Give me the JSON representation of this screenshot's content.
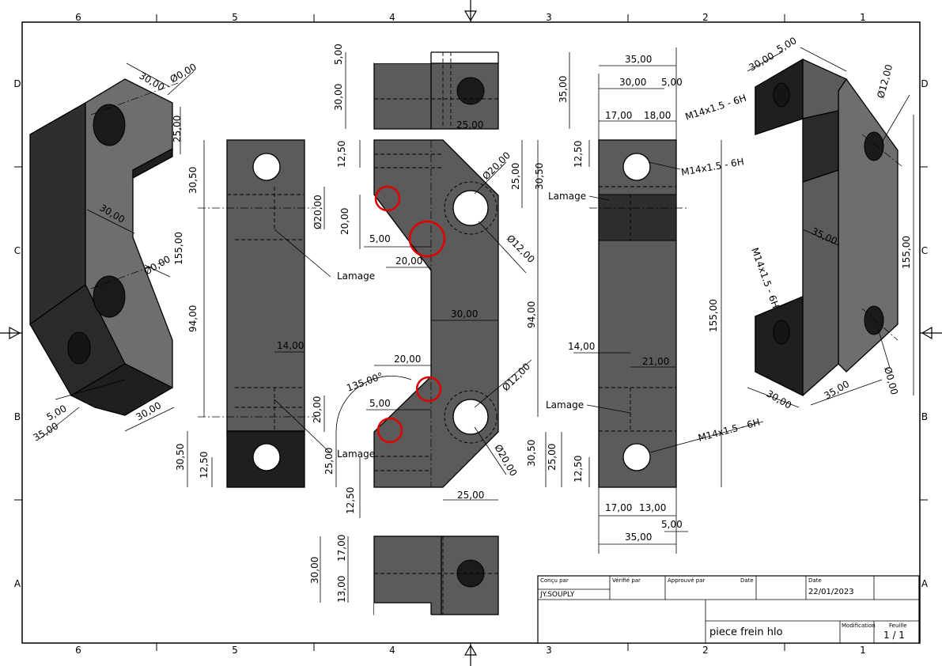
{
  "zones": {
    "columns": [
      "6",
      "5",
      "4",
      "3",
      "2",
      "1"
    ],
    "rows": [
      "D",
      "C",
      "B",
      "A"
    ]
  },
  "colors": {
    "part_face": "#5b5b5b",
    "part_dark": "#2e2e2e",
    "part_darker": "#1f1f1f",
    "iso_light": "#6e6e6e",
    "highlight": "#e00000"
  },
  "dims": {
    "iso_left": [
      "30,00",
      "Ø0,00",
      "25,00",
      "30,00",
      "155,00",
      "Ø0,00",
      "5,00",
      "35,00",
      "30,00"
    ],
    "side_left": [
      "30,50",
      "Ø20,00",
      "94,00",
      "14,00",
      "30,50",
      "12,50"
    ],
    "top_view": [
      "5,00",
      "30,00",
      "35,00",
      "25,00"
    ],
    "front": [
      "12,50",
      "Ø20,00",
      "25,00",
      "30,50",
      "20,00",
      "5,00",
      "20,00",
      "Ø12,00",
      "30,00",
      "94,00",
      "20,00",
      "135,00°",
      "Ø12,00",
      "20,00",
      "5,00",
      "25,00",
      "Ø20,00",
      "30,50",
      "25,00",
      "12,50",
      "25,00"
    ],
    "bottom_view": [
      "17,00",
      "30,00",
      "13,00"
    ],
    "side_right": [
      "35,00",
      "30,00",
      "5,00",
      "17,00",
      "18,00",
      "12,50",
      "155,00",
      "14,00",
      "21,00",
      "12,50",
      "17,00",
      "13,00",
      "5,00",
      "35,00"
    ],
    "iso_right": [
      "30,00",
      "5,00",
      "Ø12,00",
      "35,00",
      "155,00",
      "30,00",
      "35,00",
      "Ø0,00"
    ]
  },
  "notes": {
    "lamage": "Lamage",
    "thread": "M14x1.5 - 6H"
  },
  "title_block": {
    "concu_label": "Conçu par",
    "concu_value": "JY.SOUPLY",
    "verifie_label": "Vérifié par",
    "approuve_label": "Approuvé par",
    "date_label_1": "Date",
    "date_label_2": "Date",
    "date_value": "22/01/2023",
    "title": "piece frein hlo",
    "modification_label": "Modification",
    "feuille_label": "Feuille",
    "feuille_value": "1 / 1"
  }
}
